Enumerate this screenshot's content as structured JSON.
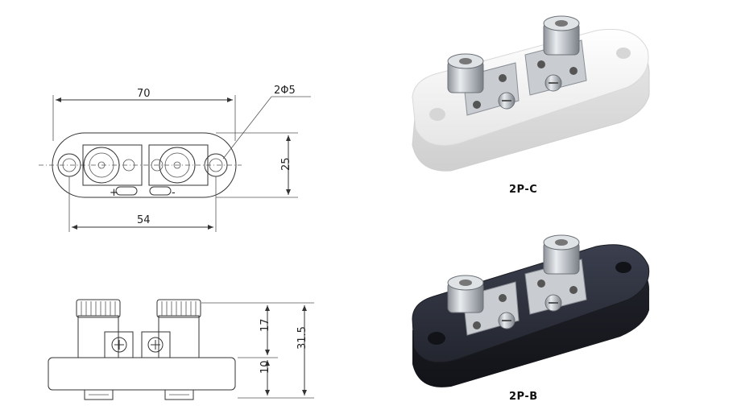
{
  "top_view": {
    "dim_width": "70",
    "dim_hole_spacing": "54",
    "dim_height": "25",
    "hole_callout": "2Φ5",
    "plus_mark": "+",
    "minus_mark": "-"
  },
  "side_view": {
    "dim_terminal": "17",
    "dim_base": "10",
    "dim_total": "31.5"
  },
  "products": {
    "white_caption": "2P-C",
    "black_caption": "2P-B"
  },
  "colors": {
    "line": "#333333",
    "white_base": "#f2f2f2",
    "black_base": "#2a2d3a",
    "metal": "#bfc3c8"
  }
}
